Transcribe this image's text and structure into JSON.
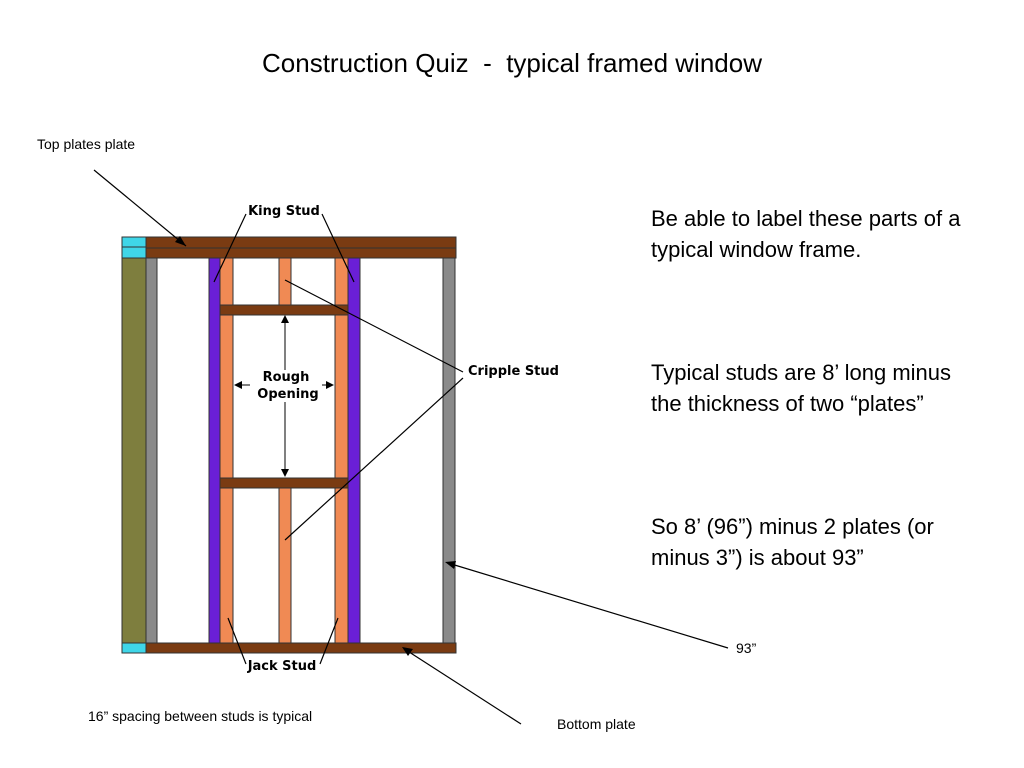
{
  "title": "Construction Quiz  -  typical framed window",
  "labels": {
    "top_plates": "Top plates plate",
    "king_stud": "King Stud",
    "cripple_stud": "Cripple Stud",
    "rough_opening_line1": "Rough",
    "rough_opening_line2": "Opening",
    "jack_stud": "Jack Stud",
    "dimension": "93”",
    "spacing_note": "16” spacing between studs is typical",
    "bottom_plate": "Bottom plate"
  },
  "notes": [
    "Be able to label these parts of a typical window frame.",
    "Typical studs are 8’ long minus the thickness of two “plates”",
    "So 8’ (96”) minus 2 plates (or minus 3”) is about 93”"
  ],
  "colors": {
    "plate": "#7a3b12",
    "jack_cripple": "#f08a54",
    "king_stud": "#6a1fd6",
    "end_stud": "#8a8a8a",
    "side_block": "#7e7e3e",
    "plate_end": "#3fd6e8"
  }
}
